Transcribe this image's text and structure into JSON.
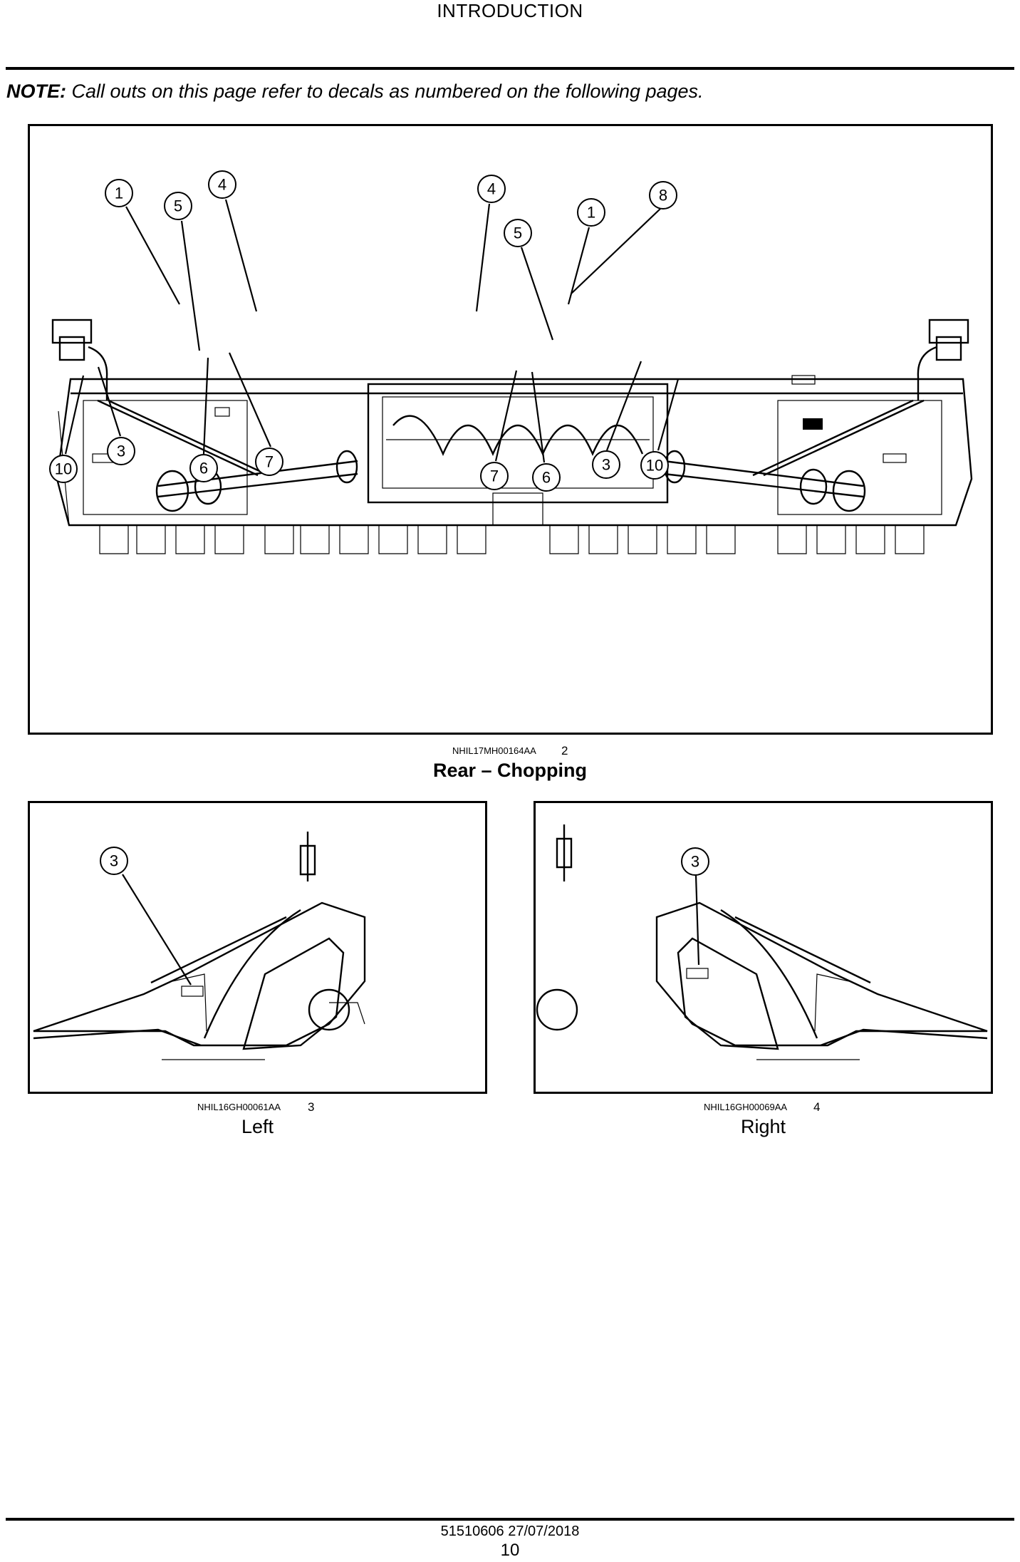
{
  "header": {
    "title": "INTRODUCTION"
  },
  "note": {
    "label": "NOTE:",
    "text": " Call outs on this page refer to decals as numbered on the following pages."
  },
  "figures": [
    {
      "code": "NHIL17MH00164AA",
      "number": "2",
      "caption": "Rear – Chopping",
      "callouts": [
        "1",
        "5",
        "4",
        "4",
        "5",
        "1",
        "8",
        "10",
        "3",
        "6",
        "7",
        "7",
        "6",
        "3",
        "10"
      ]
    },
    {
      "code": "NHIL16GH00061AA",
      "number": "3",
      "caption": "Left",
      "callouts": [
        "3"
      ]
    },
    {
      "code": "NHIL16GH00069AA",
      "number": "4",
      "caption": "Right",
      "callouts": [
        "3"
      ]
    }
  ],
  "footer": {
    "doc": "51510606 27/07/2018",
    "page": "10"
  }
}
